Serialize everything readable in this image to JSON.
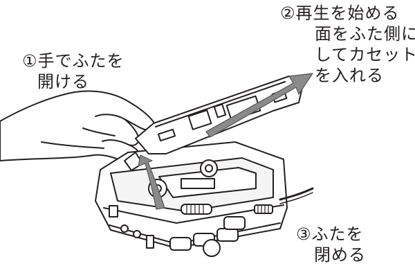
{
  "steps": [
    {
      "lines": [
        "①手でふたを",
        "開ける"
      ]
    },
    {
      "lines": [
        "②再生を始める",
        "面をふた側に",
        "してカセット",
        "を入れる"
      ]
    },
    {
      "lines": [
        "③ふたを",
        "閉める"
      ]
    }
  ],
  "colors": {
    "line": "#231f20",
    "arrow": "#8a8a8a",
    "arrow_edge": "#555555"
  }
}
